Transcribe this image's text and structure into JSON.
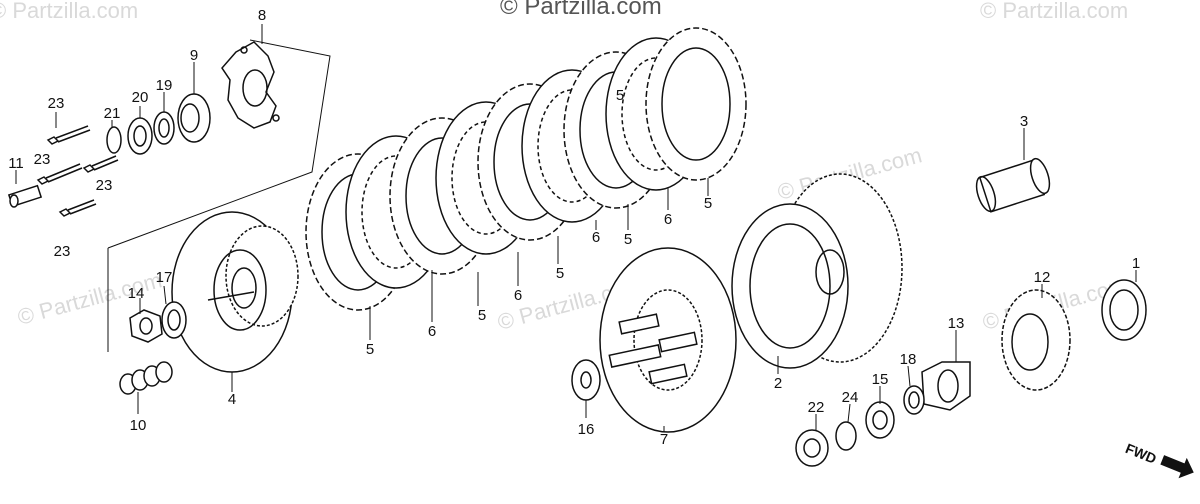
{
  "watermarks": [
    "© Partzilla.com",
    "© Partzilla.com",
    "© Partzilla.com",
    "© Partzilla.com",
    "© Partzilla.com",
    "© Partzilla.com",
    "© Partzilla.com"
  ],
  "fwd_label": "FWD",
  "callouts": {
    "c1": "1",
    "c2": "2",
    "c3": "3",
    "c4": "4",
    "c5a": "5",
    "c5b": "5",
    "c5c": "5",
    "c5d": "5",
    "c5e": "5",
    "c5f": "5",
    "c6a": "6",
    "c6b": "6",
    "c6c": "6",
    "c6d": "6",
    "c7": "7",
    "c8": "8",
    "c9": "9",
    "c10": "10",
    "c11": "11",
    "c12": "12",
    "c13": "13",
    "c14": "14",
    "c15": "15",
    "c16": "16",
    "c17": "17",
    "c18": "18",
    "c19": "19",
    "c20": "20",
    "c21": "21",
    "c22": "22",
    "c23a": "23",
    "c23b": "23",
    "c23c": "23",
    "c23d": "23",
    "c24": "24"
  }
}
